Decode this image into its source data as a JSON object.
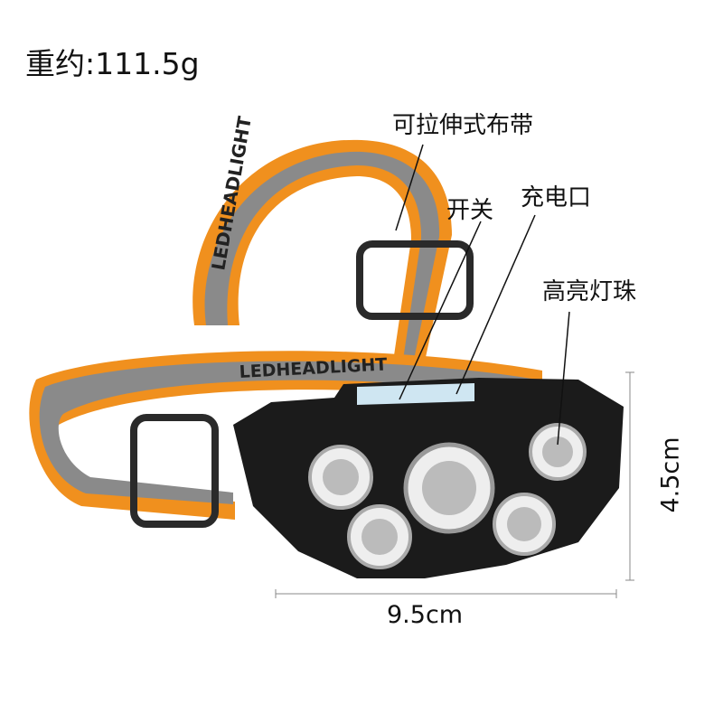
{
  "weight": "重约:111.5g",
  "callouts": {
    "strap": "可拉伸式布带",
    "switch": "开关",
    "charging_port": "充电口",
    "leds": "高亮灯珠"
  },
  "dimensions": {
    "width": "9.5cm",
    "height": "4.5cm"
  },
  "strap_text": "LEDHEADLIGHT",
  "colors": {
    "strap_orange": "#f0901e",
    "strap_gray": "#8a8a8a",
    "body": "#1b1b1b"
  }
}
